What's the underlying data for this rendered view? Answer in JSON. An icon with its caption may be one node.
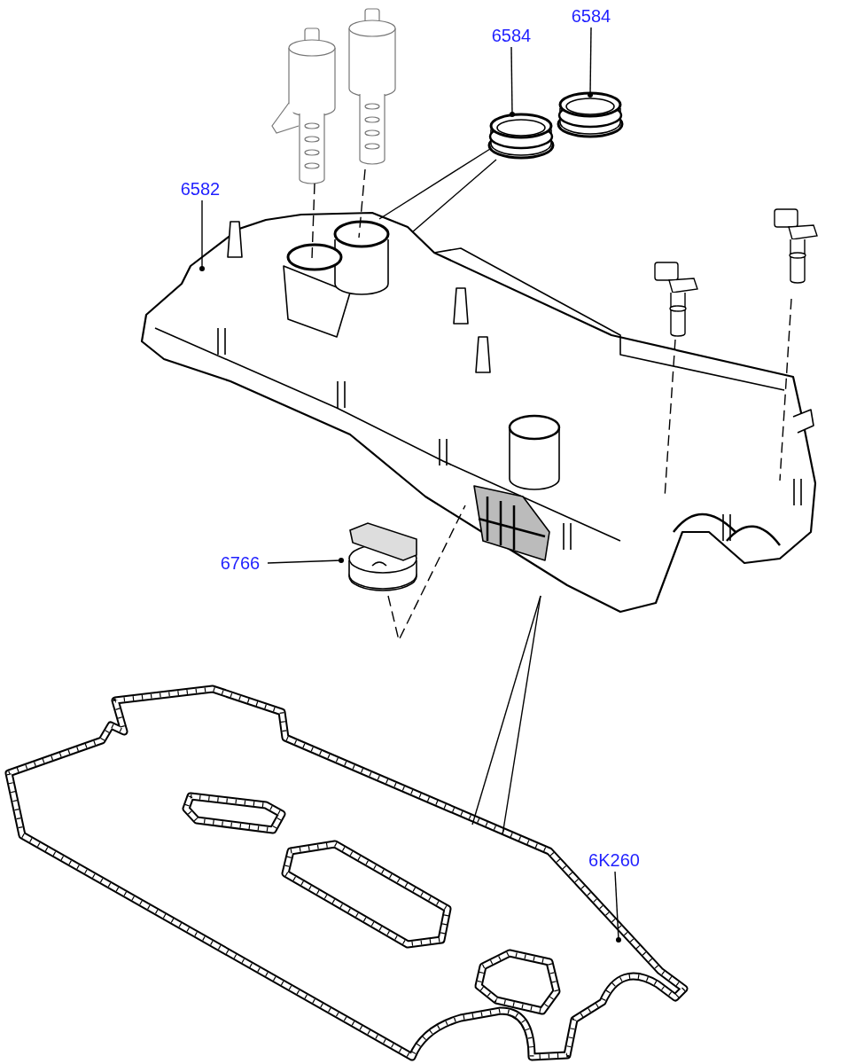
{
  "diagram": {
    "nodes": [
      {
        "text": [
          "6584"
        ]
      },
      {
        "text": [
          "6584"
        ]
      },
      {
        "text": [
          "6582"
        ]
      },
      {
        "text": [
          "6766"
        ]
      },
      {
        "text": [
          "6K260"
        ]
      },
      {
        "text": [],
        "shape": "circle"
      },
      {
        "text": [],
        "shape": "circle"
      },
      {
        "text": [],
        "shape": "picture"
      },
      {
        "text": [],
        "shape": "picture"
      },
      {
        "text": [],
        "shape": "picture"
      },
      {
        "text": [],
        "shape": "picture"
      },
      {
        "text": [],
        "shape": "picture"
      },
      {
        "text": [],
        "shape": "picture"
      },
      {
        "text": [],
        "shape": "picture"
      }
    ],
    "edges": [
      {
        "from": 0,
        "to": 5,
        "arrow": "other"
      },
      {
        "from": 1,
        "to": 6,
        "arrow": "other"
      },
      {
        "from": 2,
        "to": 7,
        "arrow": "other"
      },
      {
        "from": 3,
        "to": 8,
        "arrow": "other"
      },
      {
        "from": 4,
        "to": 9,
        "arrow": "other"
      },
      {
        "from": 10,
        "to": 7,
        "arrow": "none",
        "style": "dashed"
      },
      {
        "from": 11,
        "to": 7,
        "arrow": "none",
        "style": "dashed"
      },
      {
        "from": 12,
        "to": 7,
        "arrow": "none",
        "style": "dashed"
      },
      {
        "from": 13,
        "to": 7,
        "arrow": "none",
        "style": "dashed"
      },
      {
        "from": 5,
        "to": 7,
        "arrow": "none"
      },
      {
        "from": 5,
        "to": 7,
        "arrow": "none"
      },
      {
        "from": 8,
        "to": 7,
        "arrow": "none",
        "style": "dashed"
      },
      {
        "from": 9,
        "to": 7,
        "arrow": "none"
      },
      {
        "from": 9,
        "to": 7,
        "arrow": "none"
      }
    ]
  }
}
